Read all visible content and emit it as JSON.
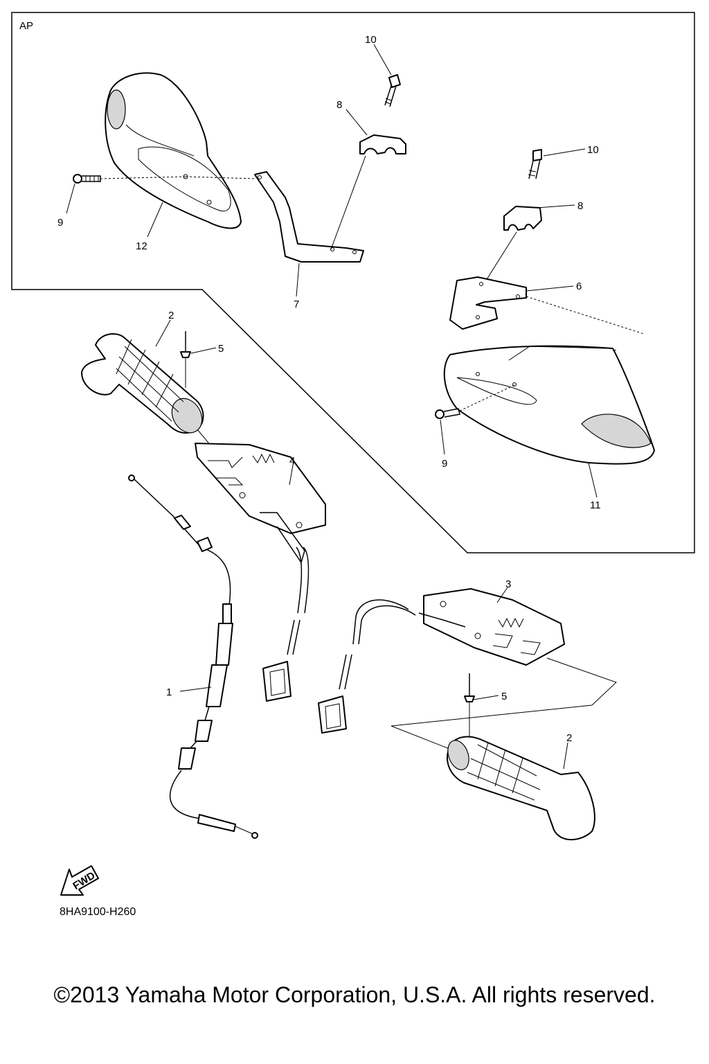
{
  "section_label": "AP",
  "part_numbers": {
    "p1": "1",
    "p2a": "2",
    "p2b": "2",
    "p3": "3",
    "p4": "4",
    "p5a": "5",
    "p5b": "5",
    "p6": "6",
    "p7": "7",
    "p8a": "8",
    "p8b": "8",
    "p9a": "9",
    "p9b": "9",
    "p10a": "10",
    "p10b": "10",
    "p11": "11",
    "p12": "12"
  },
  "fwd_label": "FWD",
  "diagram_code": "8HA9100-H260",
  "copyright": "©2013 Yamaha Motor Corporation, U.S.A. All rights reserved."
}
